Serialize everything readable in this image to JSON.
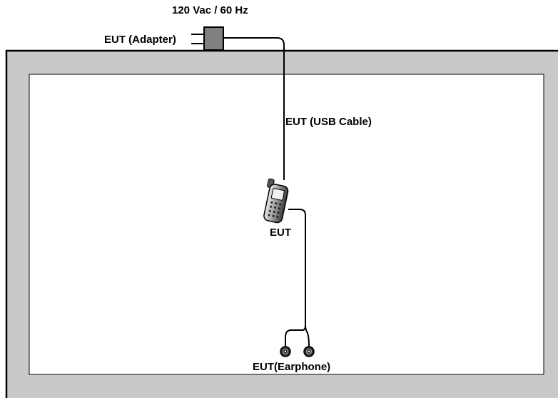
{
  "labels": {
    "power": "120 Vac / 60 Hz",
    "adapter": "EUT (Adapter)",
    "usb_cable": "EUT (USB Cable)",
    "eut": "EUT",
    "earphone": "EUT(Earphone)"
  },
  "icons": {
    "adapter": "power-adapter-icon",
    "phone": "mobile-phone-icon",
    "earphone": "earphone-icon"
  },
  "colors": {
    "table_fill": "#c9c9c9",
    "table_top": "#ffffff",
    "line": "#000000",
    "adapter_fill": "#808080"
  }
}
